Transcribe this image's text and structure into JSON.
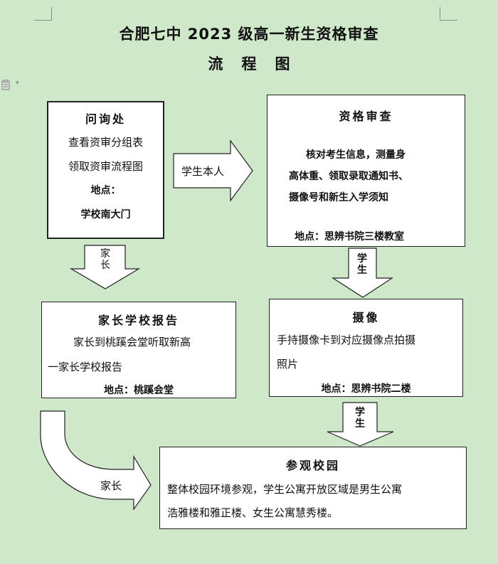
{
  "title": {
    "line1": "合肥七中 2023 级高一新生资格审查",
    "line2": "流程图"
  },
  "inquiry": {
    "heading": "问询处",
    "line1": "查看资审分组表",
    "line2": "领取资审流程图",
    "location_label": "地点：",
    "location": "学校南大门"
  },
  "review": {
    "heading": "资格审查",
    "text1": "核对考生信息，测量身",
    "text2": "高体重、领取录取通知书、",
    "text3": "摄像号和新生入学须知",
    "location": "地点：思辨书院三楼教室"
  },
  "parent_report": {
    "heading": "家长学校报告",
    "text1": "家长到桃蹊会堂听取新高",
    "text2": "一家长学校报告",
    "location": "地点：桃蹊会堂"
  },
  "photo": {
    "heading": "摄像",
    "text1": "手持摄像卡到对应摄像点拍摄",
    "text2": "照片",
    "location": "地点：思辨书院二楼"
  },
  "tour": {
    "heading": "参观校园",
    "text1": "整体校园环境参观，学生公寓开放区域是男生公寓",
    "text2": "浩雅楼和雅正楼、女生公寓慧秀楼。"
  },
  "arrows": {
    "student_self": "学生本人",
    "parent_down": "家\n长",
    "student_down1": "学\n生",
    "student_down2": "学\n生",
    "parent_curve": "家长"
  }
}
